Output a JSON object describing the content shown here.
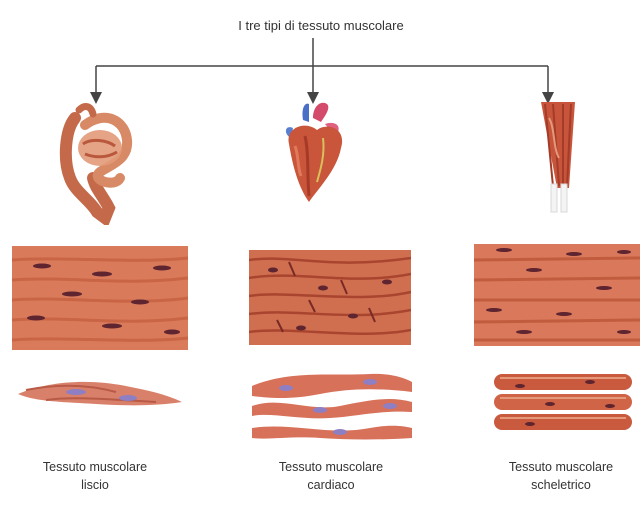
{
  "title": "I tre tipi di tessuto muscolare",
  "columns": [
    {
      "organ_icon": "digestive-tract-icon",
      "label_line1": "Tessuto muscolare",
      "label_line2": "liscio",
      "tissue_color": "#d97a5a"
    },
    {
      "organ_icon": "heart-icon",
      "label_line1": "Tessuto muscolare",
      "label_line2": "cardiaco",
      "tissue_color": "#cf6f50"
    },
    {
      "organ_icon": "skeletal-muscle-icon",
      "label_line1": "Tessuto muscolare",
      "label_line2": "scheletrico",
      "tissue_color": "#d9785a"
    }
  ],
  "colors": {
    "tissue_base": "#d6775a",
    "tissue_dark": "#a9442f",
    "nucleus": "#6a2a35",
    "cell_nucleus_purple": "#8e7ec4",
    "connector": "#444444"
  }
}
